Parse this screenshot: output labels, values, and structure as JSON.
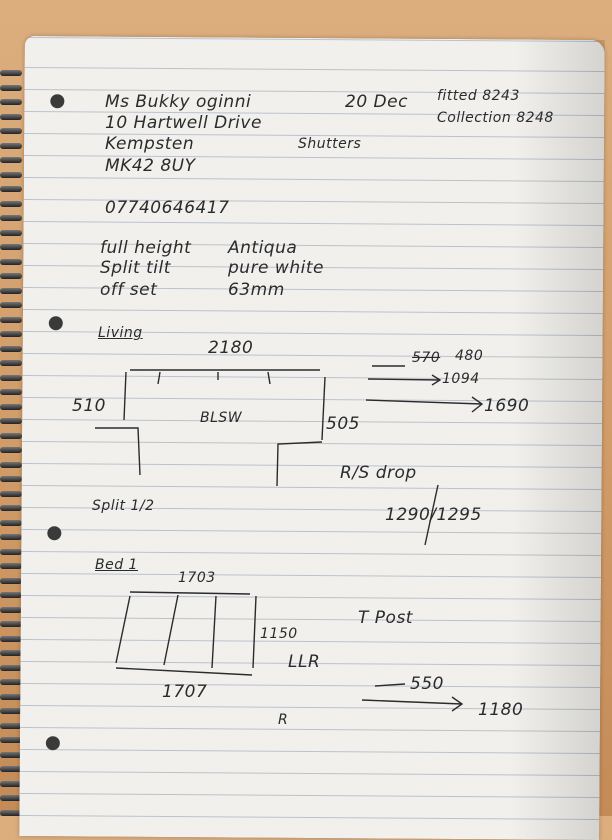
{
  "customer": {
    "name": "Ms Bukky oginni",
    "address1": "10 Hartwell Drive",
    "town": "Kempsten",
    "postcode": "MK42 8UY",
    "phone": "07740646417"
  },
  "dates": {
    "date": "20 Dec",
    "fitted": "fitted 8243",
    "collection": "Collection 8248"
  },
  "product": "Shutters",
  "spec": {
    "style1": "full height",
    "style2": "Split tilt",
    "style3": "off set",
    "colour1": "Antiqua",
    "colour2": "pure white",
    "louvre": "63mm"
  },
  "living": {
    "heading": "Living",
    "width": "2180",
    "left": "510",
    "type": "BLSW",
    "right": "505",
    "split": "Split 1/2",
    "arrow1_struck": "570",
    "arrow1": "480",
    "arrow2": "1094",
    "arrow3": "1690",
    "drop_label": "R/S drop",
    "drop": "1290/1295"
  },
  "bed": {
    "heading": "Bed 1",
    "top": "1703",
    "height": "1150",
    "config": "LLR",
    "bottom": "1707",
    "r": "R",
    "tpost": "T Post",
    "arrow1": "550",
    "arrow2": "1180"
  }
}
